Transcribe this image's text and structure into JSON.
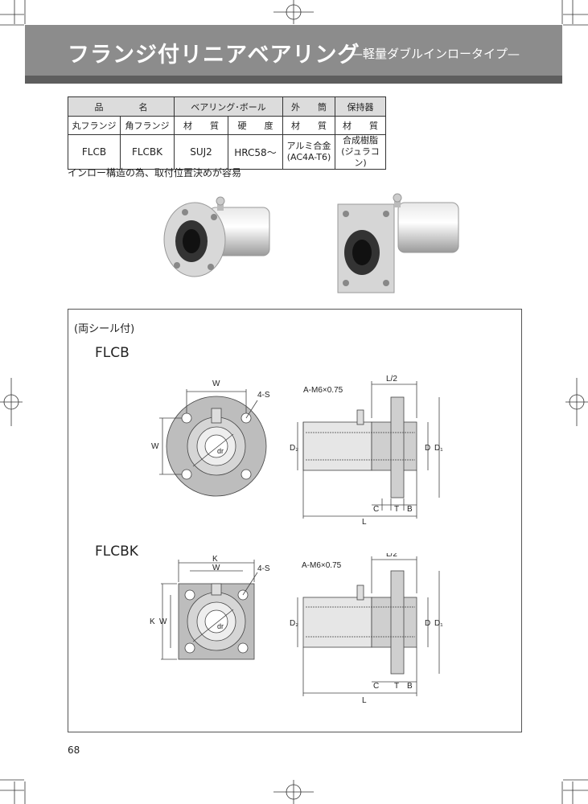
{
  "header": {
    "title": "フランジ付リニアベアリング",
    "subtitle": "—軽量ダブルインロータイプ—"
  },
  "table": {
    "h1": {
      "name": "品　　　　名",
      "bearing": "ベアリング･ボール",
      "outer": "外　　筒",
      "retainer": "保持器"
    },
    "h2": {
      "round": "丸フランジ",
      "square": "角フランジ",
      "mat1": "材　　質",
      "hard": "硬　　度",
      "mat2": "材　　質",
      "mat3": "材　　質"
    },
    "row": {
      "round": "FLCB",
      "square": "FLCBK",
      "mat": "SUJ2",
      "hard": "HRC58〜",
      "outer1": "アルミ合金",
      "outer2": "(AC4A-T6)",
      "ret1": "合成樹脂",
      "ret2": "(ジュラコン)"
    }
  },
  "note": "インロー構造の為、取付位置決めが容易",
  "frame_label": "(両シール付)",
  "models": {
    "a": "FLCB",
    "b": "FLCBK"
  },
  "dims": {
    "W": "W",
    "K": "K",
    "S": "4-S",
    "dr": "dr",
    "A": "A-M6×0.75",
    "L2": "L/2",
    "D": "D",
    "D1": "D₁",
    "D2": "D₂",
    "C": "C",
    "T": "T",
    "B": "B",
    "L": "L"
  },
  "page_number": "68"
}
